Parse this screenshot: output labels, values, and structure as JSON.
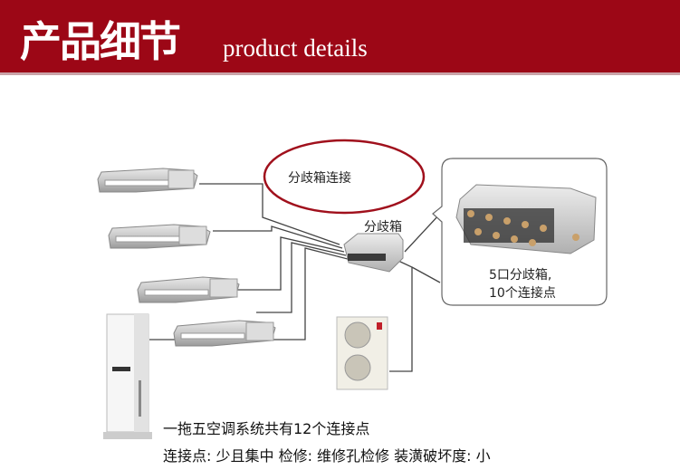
{
  "banner": {
    "title_cn": "产品细节",
    "title_en": "product details",
    "background_color": "#9c0716"
  },
  "diagram": {
    "callout_oval_label": "分歧箱连接",
    "branch_box_label": "分歧箱",
    "detail_box": {
      "line1": "5口分歧箱,",
      "line2": "10个连接点"
    },
    "components": [
      {
        "name": "ducted-indoor-unit",
        "count": 4
      },
      {
        "name": "floor-standing-indoor-unit",
        "count": 1
      },
      {
        "name": "outdoor-unit",
        "count": 1
      },
      {
        "name": "branch-box",
        "count": 1
      }
    ],
    "oval_color": "#a0101c"
  },
  "captions": {
    "line1": "一拖五空调系统共有12个连接点",
    "line2": "连接点: 少且集中  检修: 维修孔检修  装潢破坏度: 小"
  }
}
